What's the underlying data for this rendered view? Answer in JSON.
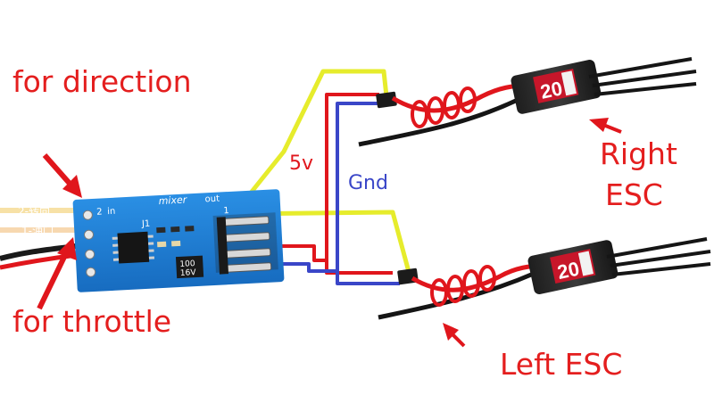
{
  "labels": {
    "direction": "for direction",
    "throttle": "for throttle",
    "right_esc_line1": "Right",
    "right_esc_line2": "ESC",
    "left_esc": "Left ESC",
    "v5": "5v",
    "gnd": "Gnd",
    "board_name": "mixer",
    "board_in": "in",
    "board_out": "out",
    "board_chip": "J1",
    "board_cap_line1": "100",
    "board_cap_line2": "16V",
    "board_pin2": "2",
    "board_pin1": "1",
    "input_direction": "2-转向",
    "input_throttle": "1-油门",
    "esc_rating": "20"
  },
  "colors": {
    "label_red": "#e41e1e",
    "wire_yellow": "#e6ec2c",
    "wire_red": "#e0161c",
    "wire_blue": "#3a46c8",
    "wire_black": "#151515",
    "board_blue": "#1f7fd6",
    "gnd_text": "#3a46c8"
  },
  "icons": {
    "arrows": "red-pointer-arrow",
    "esc": "speed-controller",
    "connector": "servo-plug"
  }
}
